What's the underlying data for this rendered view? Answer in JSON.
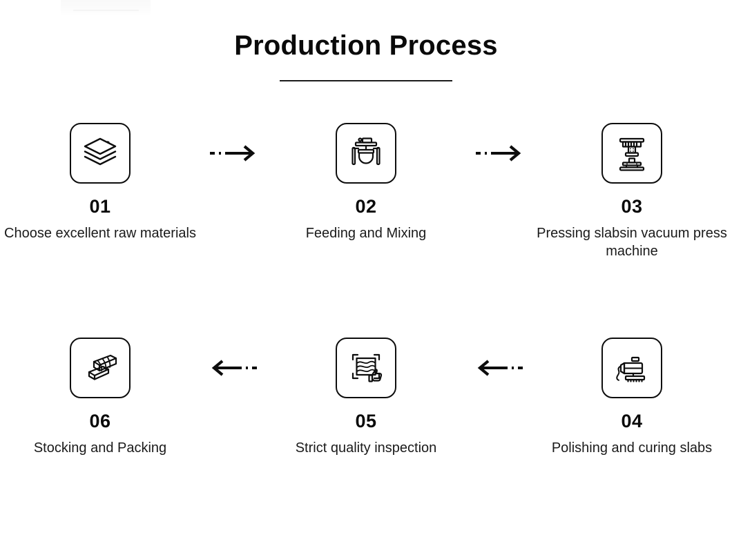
{
  "page": {
    "title": "Production Process",
    "background_color": "#ffffff",
    "ink_color": "#111111"
  },
  "steps": [
    {
      "number": "01",
      "label": "Choose excellent raw materials",
      "icon": "stacked-layers-icon"
    },
    {
      "number": "02",
      "label": "Feeding and Mixing",
      "icon": "mixer-machine-icon"
    },
    {
      "number": "03",
      "label": "Pressing slabsin vacuum press machine",
      "icon": "press-machine-icon"
    },
    {
      "number": "04",
      "label": "Polishing and curing slabs",
      "icon": "polishing-machine-icon"
    },
    {
      "number": "05",
      "label": "Strict quality inspection",
      "icon": "quality-inspection-icon"
    },
    {
      "number": "06",
      "label": "Stocking and Packing",
      "icon": "stacked-slabs-icon"
    }
  ],
  "connectors": [
    {
      "name": "arrow-right-1",
      "direction": "right"
    },
    {
      "name": "arrow-right-2",
      "direction": "right"
    },
    {
      "name": "arrow-left-1",
      "direction": "left"
    },
    {
      "name": "arrow-left-2",
      "direction": "left"
    }
  ]
}
